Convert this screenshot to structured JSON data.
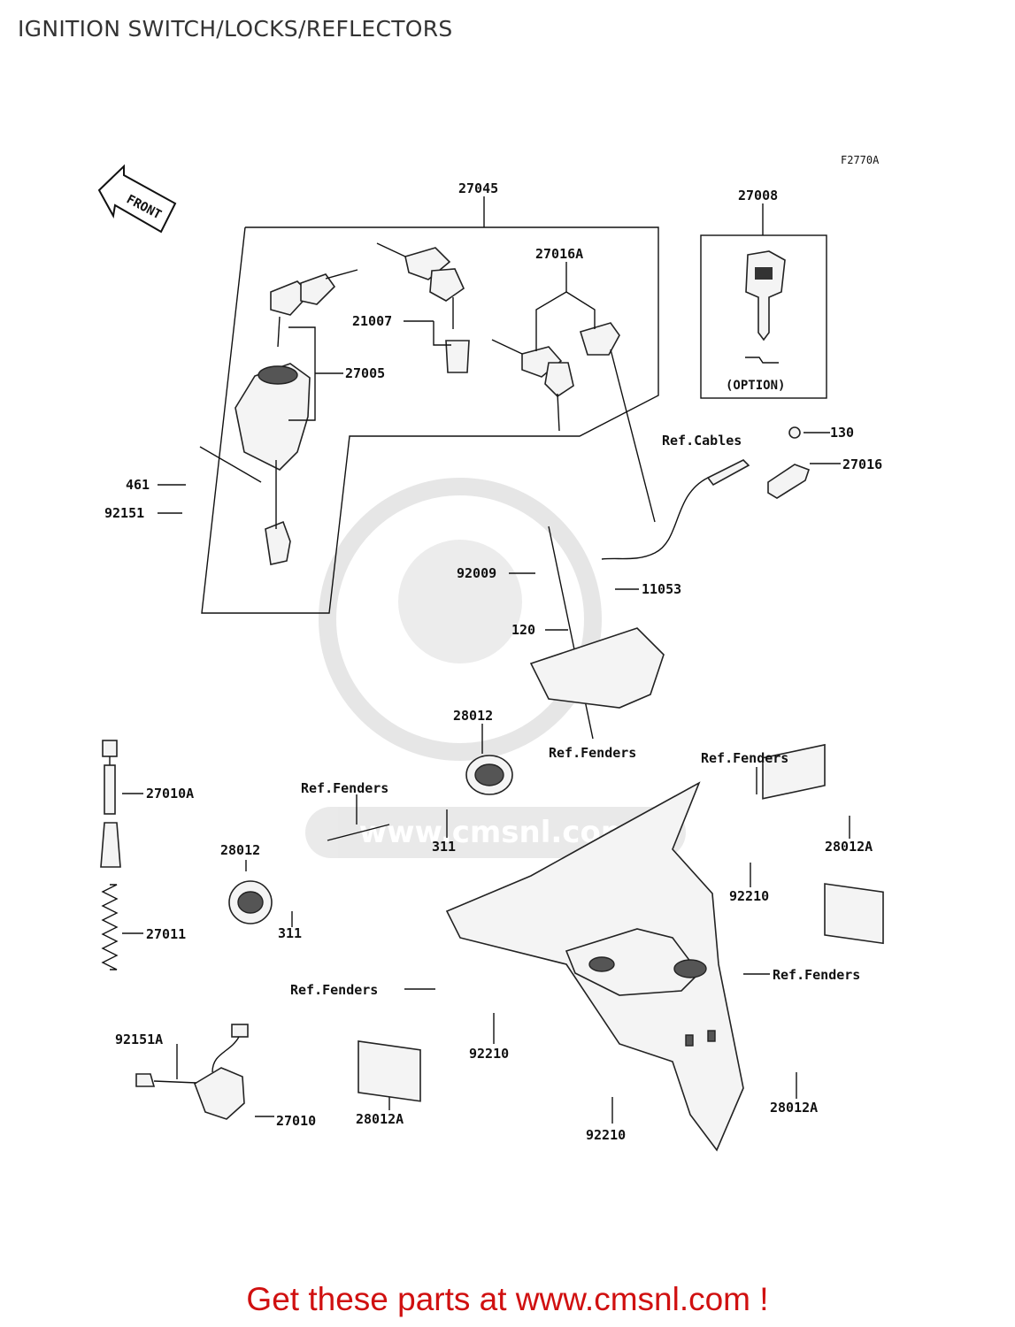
{
  "page": {
    "title": "IGNITION SWITCH/LOCKS/REFLECTORS"
  },
  "diagram": {
    "code": "F2770A",
    "front_label": "FRONT",
    "option_label": "(OPTION)",
    "watermark": "www.cmsnl.com",
    "labels": {
      "p27045": "27045",
      "p27008": "27008",
      "p27016A": "27016A",
      "p21007": "21007",
      "p27005": "27005",
      "p461": "461",
      "p92151": "92151",
      "p130": "130",
      "p27016": "27016",
      "refCables": "Ref.Cables",
      "p92009": "92009",
      "p11053": "11053",
      "p120": "120",
      "p28012_top": "28012",
      "refFenders_center": "Ref.Fenders",
      "p27010A": "27010A",
      "refFenders_left": "Ref.Fenders",
      "refFenders_right": "Ref.Fenders",
      "p311_upper": "311",
      "p28012_left": "28012",
      "p311_lower": "311",
      "p28012A_upper": "28012A",
      "p92210_right": "92210",
      "p27011": "27011",
      "refFenders_mid": "Ref.Fenders",
      "refFenders_far": "Ref.Fenders",
      "p92151A": "92151A",
      "p92210_mid": "92210",
      "p27010": "27010",
      "p28012A_lower_left": "28012A",
      "p92210_bottom": "92210",
      "p28012A_lower_right": "28012A"
    }
  },
  "footer": {
    "cta": "Get these parts at www.cmsnl.com !"
  }
}
